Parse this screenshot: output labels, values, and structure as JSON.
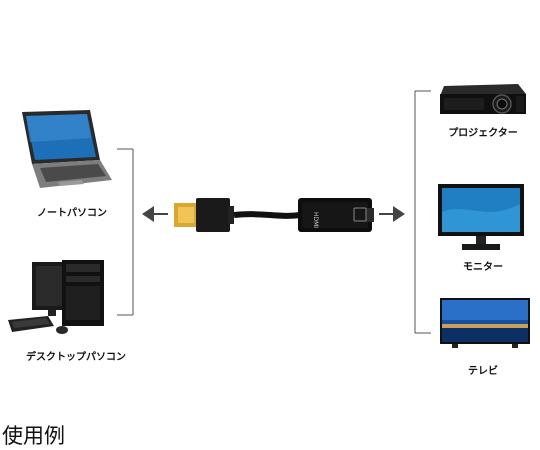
{
  "devices": {
    "laptop": {
      "label": "ノートパソコン",
      "icon": "laptop-icon"
    },
    "desktop": {
      "label": "デスクトップパソコン",
      "icon": "desktop-pc-icon"
    },
    "projector": {
      "label": "プロジェクター",
      "icon": "projector-icon"
    },
    "monitor": {
      "label": "モニター",
      "icon": "monitor-icon"
    },
    "tv": {
      "label": "テレビ",
      "icon": "tv-icon"
    }
  },
  "adapter": {
    "icon": "displayport-to-hdmi-adapter-icon",
    "hdmi_text": "HDMI"
  },
  "caption": "使用例"
}
